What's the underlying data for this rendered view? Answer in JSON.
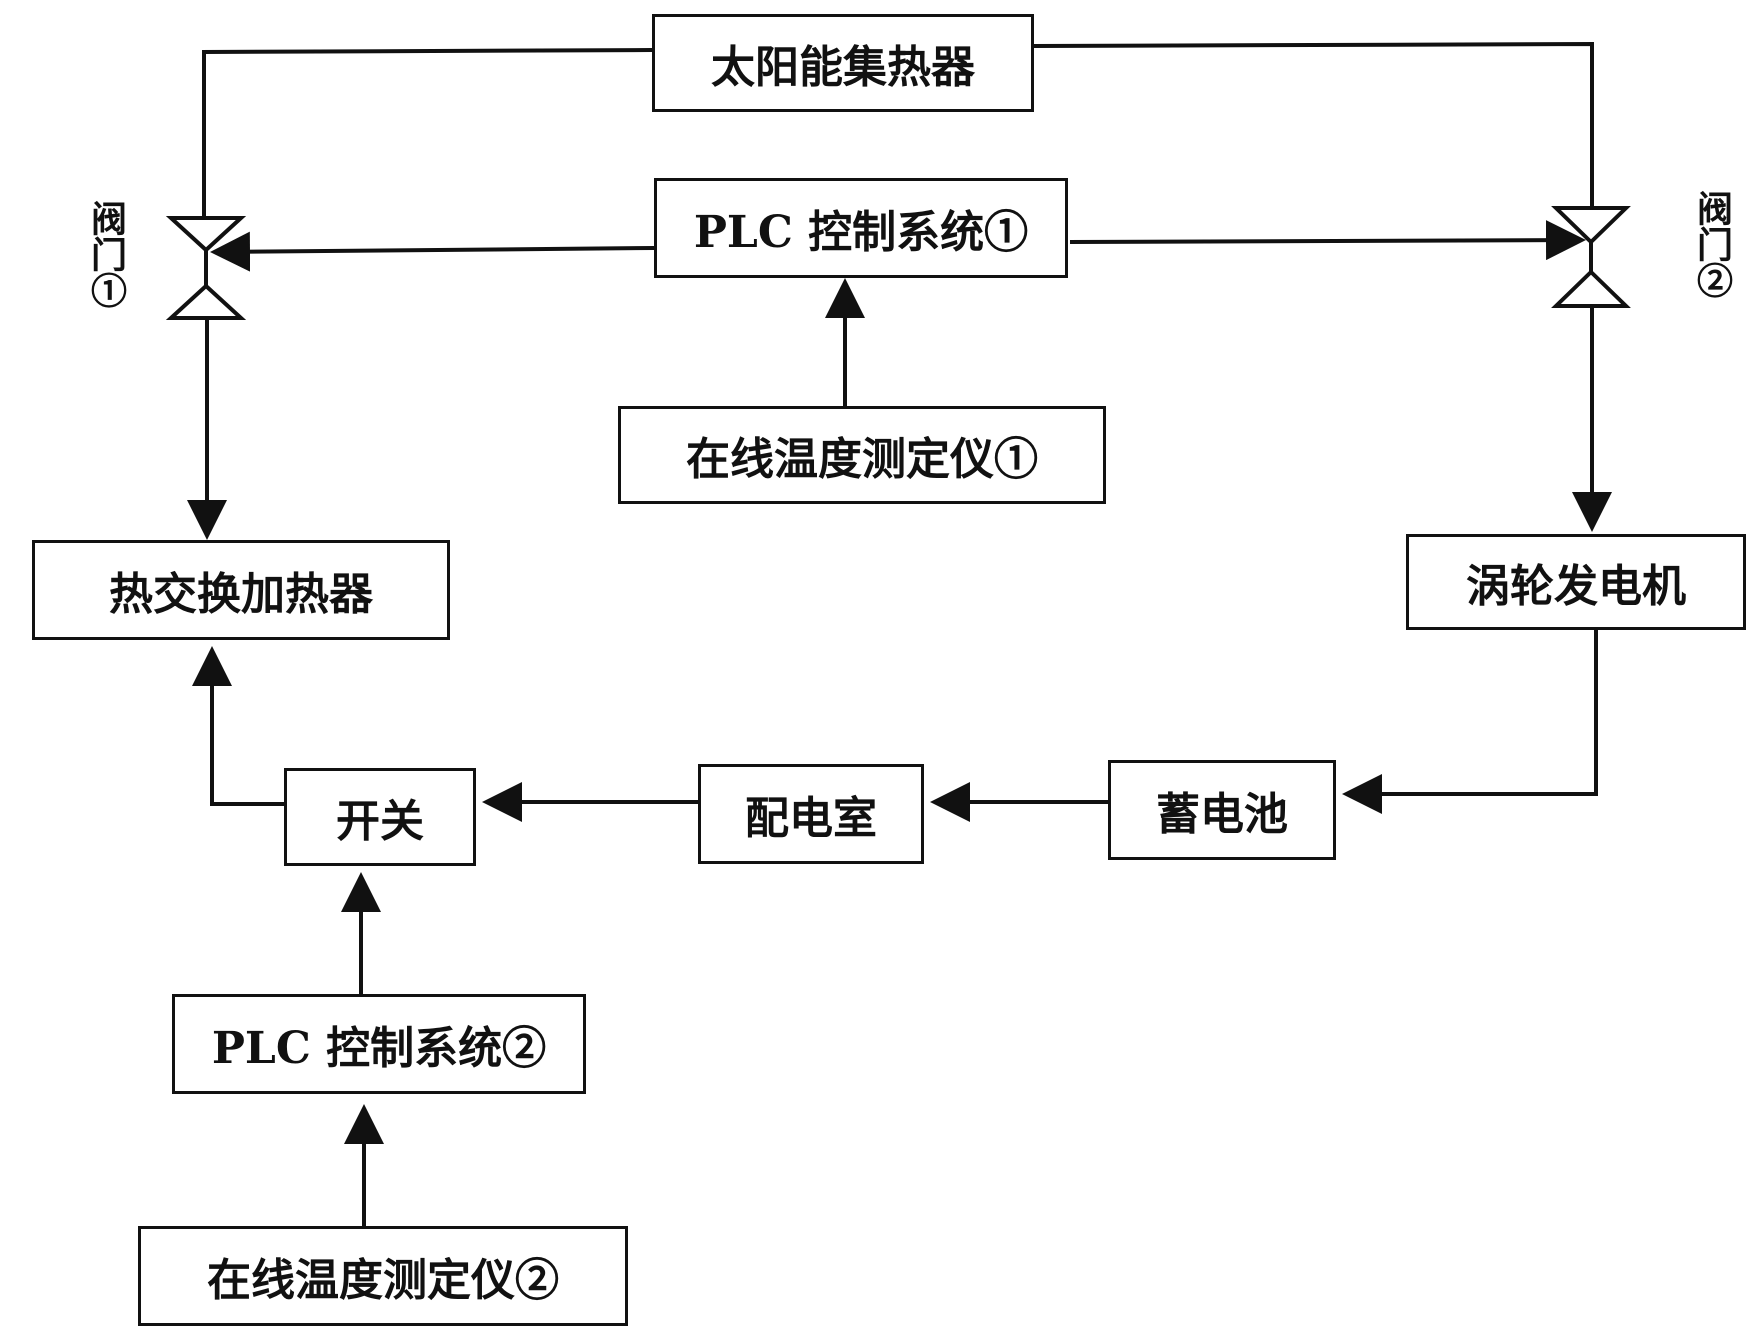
{
  "nodes": {
    "solar_collector": "太阳能集热器",
    "plc_control_1": "PLC 控制系统①",
    "temp_meter_1": "在线温度测定仪①",
    "heat_exchange_heater": "热交换加热器",
    "turbine_generator": "涡轮发电机",
    "switch": "开关",
    "distribution_room": "配电室",
    "battery": "蓄电池",
    "plc_control_2": "PLC 控制系统②",
    "temp_meter_2": "在线温度测定仪②"
  },
  "valves": {
    "valve_1": "阀门①",
    "valve_2": "阀门②"
  },
  "colors": {
    "line": "#111111",
    "background": "#ffffff"
  }
}
